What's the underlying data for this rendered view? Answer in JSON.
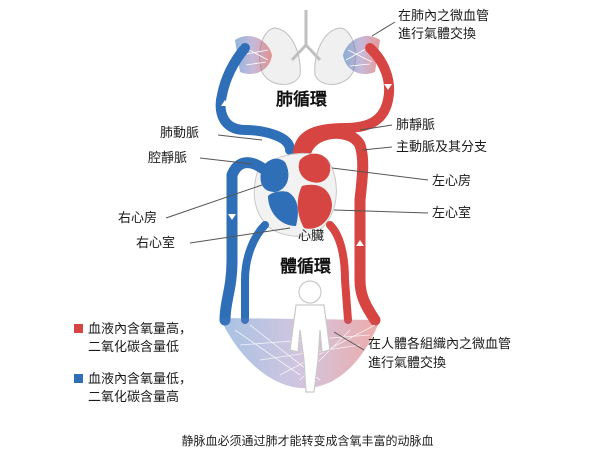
{
  "diagram": {
    "labels": {
      "lung_capillary_exchange_line1": "在肺內之微血管",
      "lung_capillary_exchange_line2": "進行氣體交換",
      "pulmonary_circulation": "肺循環",
      "pulmonary_artery": "肺動脈",
      "pulmonary_vein": "肺靜脈",
      "aorta_and_branches": "主動脈及其分支",
      "vena_cava": "腔靜脈",
      "left_atrium": "左心房",
      "right_atrium": "右心房",
      "left_ventricle": "左心室",
      "right_ventricle": "右心室",
      "heart": "心臟",
      "systemic_circulation": "體循環",
      "body_capillary_exchange_line1": "在人體各組織內之微血管",
      "body_capillary_exchange_line2": "進行氣體交換"
    },
    "legend": [
      {
        "color": "#d64541",
        "line1": "血液內含氧量高，",
        "line2": "二氧化碳含量低"
      },
      {
        "color": "#2f6fb8",
        "line1": "血液內含氧量低，",
        "line2": "二氧化碳含量高"
      }
    ],
    "colors": {
      "oxygenated": "#d64541",
      "deoxygenated": "#2f6fb8",
      "leader": "#555555"
    }
  },
  "caption": "静脉血必须通过肺才能转变成含氧丰富的动脉血"
}
